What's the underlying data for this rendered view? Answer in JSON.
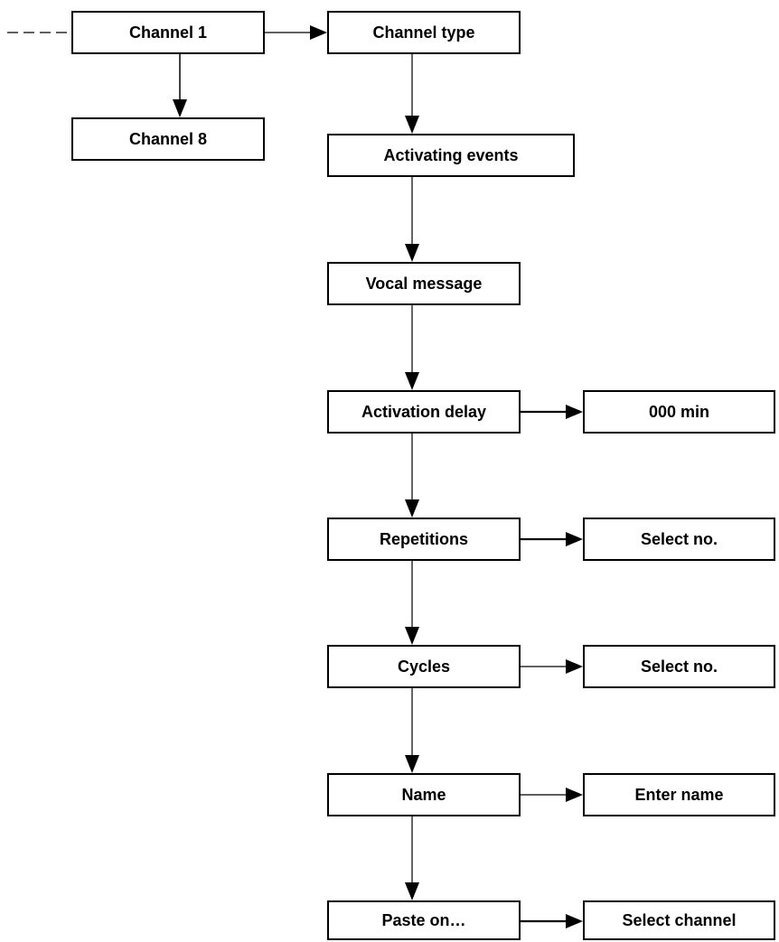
{
  "nodes": {
    "channel_1": "Channel 1",
    "channel_8": "Channel 8",
    "channel_type": "Channel type",
    "activating_events": "Activating events",
    "vocal_message": "Vocal message",
    "activation_delay": "Activation delay",
    "delay_value": "000 min",
    "repetitions": "Repetitions",
    "repetitions_value": "Select no.",
    "cycles": "Cycles",
    "cycles_value": "Select no.",
    "name": "Name",
    "name_value": "Enter name",
    "paste_on": "Paste on…",
    "paste_value": "Select channel"
  },
  "colors": {
    "line": "#000000",
    "box_border": "#000000",
    "background": "#ffffff"
  }
}
